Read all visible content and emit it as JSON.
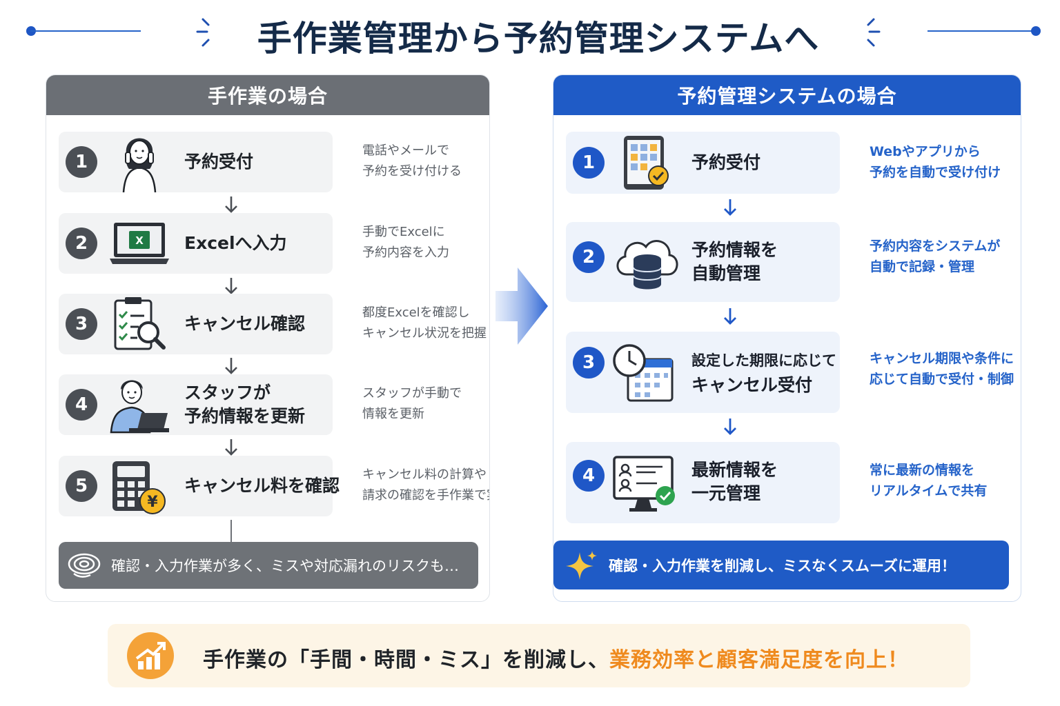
{
  "title": "手作業管理から予約管理システムへ",
  "left": {
    "header": "手作業の場合",
    "steps": [
      {
        "num": "1",
        "label": "予約受付",
        "desc": [
          "電話やメールで",
          "予約を受け付ける"
        ]
      },
      {
        "num": "2",
        "label": "Excelへ入力",
        "desc": [
          "手動でExcelに",
          "予約内容を入力"
        ]
      },
      {
        "num": "3",
        "label": "キャンセル確認",
        "desc": [
          "都度Excelを確認し",
          "キャンセル状況を把握"
        ]
      },
      {
        "num": "4",
        "label": [
          "スタッフが",
          "予約情報を更新"
        ],
        "desc": [
          "スタッフが手動で",
          "情報を更新"
        ]
      },
      {
        "num": "5",
        "label": "キャンセル料を確認",
        "desc": [
          "キャンセル料の計算や",
          "請求の確認を手作業で実施"
        ]
      }
    ],
    "note": "確認・入力作業が多く、ミスや対応漏れのリスクも…"
  },
  "right": {
    "header": "予約管理システムの場合",
    "steps": [
      {
        "num": "1",
        "label": "予約受付",
        "desc": [
          "Webやアプリから",
          "予約を自動で受け付け"
        ]
      },
      {
        "num": "2",
        "label": [
          "予約情報を",
          "自動管理"
        ],
        "desc": [
          "予約内容をシステムが",
          "自動で記録・管理"
        ]
      },
      {
        "num": "3",
        "label": [
          "設定した期限に応じて",
          "キャンセル受付"
        ],
        "desc": [
          "キャンセル期限や条件に",
          "応じて自動で受付・制御"
        ]
      },
      {
        "num": "4",
        "label": [
          "最新情報を",
          "一元管理"
        ],
        "desc": [
          "常に最新の情報を",
          "リアルタイムで共有"
        ]
      }
    ],
    "note": "確認・入力作業を削減し、ミスなくスムーズに運用！"
  },
  "banner": {
    "text_main": "手作業の「手間・時間・ミス」を削減し、",
    "text_accent": "業務効率と顧客満足度を向上！"
  },
  "colors": {
    "navy": "#142a48",
    "gray_header": "#6b6f75",
    "blue": "#1f5bc6",
    "orange": "#f4a238"
  }
}
